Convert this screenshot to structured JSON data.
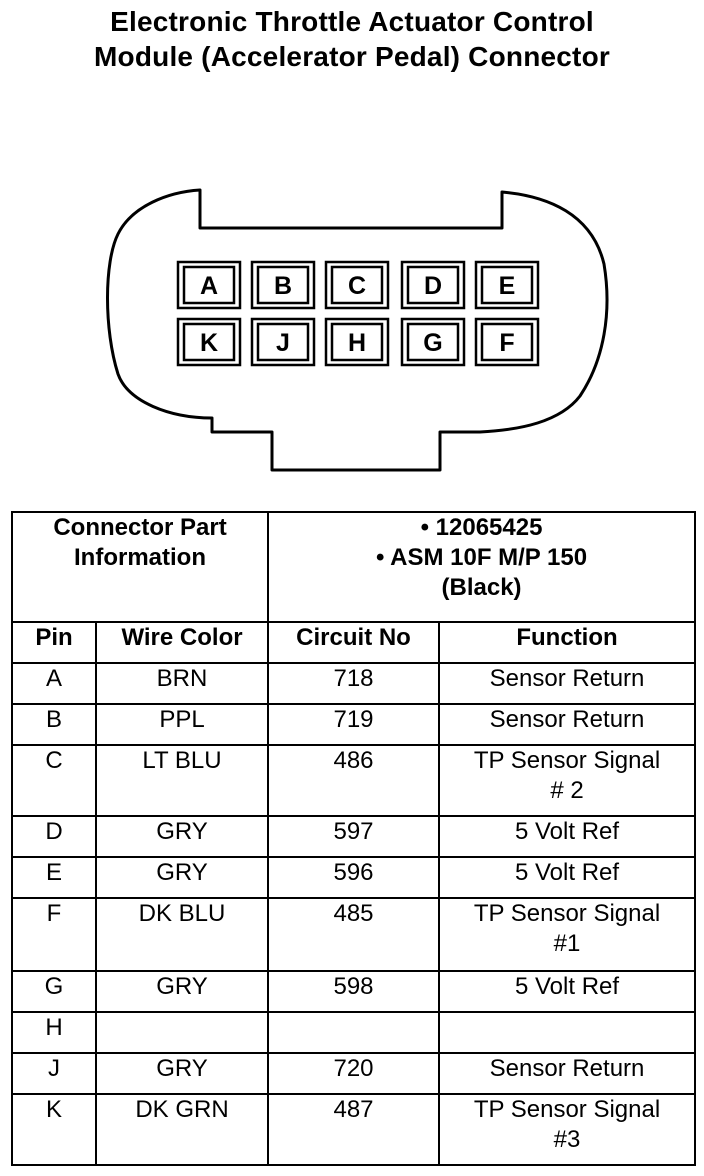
{
  "title": {
    "line1": "Electronic Throttle Actuator Control",
    "line2": "Module (Accelerator Pedal) Connector"
  },
  "connector": {
    "top_row": [
      "A",
      "B",
      "C",
      "D",
      "E"
    ],
    "bottom_row": [
      "K",
      "J",
      "H",
      "G",
      "F"
    ]
  },
  "part_info": {
    "label_line1": "Connector Part",
    "label_line2": "Information",
    "line1": "• 12065425",
    "line2": "• ASM 10F M/P 150",
    "line3": "(Black)"
  },
  "headers": {
    "pin": "Pin",
    "wire_color": "Wire Color",
    "circuit_no": "Circuit No",
    "function": "Function"
  },
  "rows": [
    {
      "pin": "A",
      "wire": "BRN",
      "circuit": "718",
      "func1": "Sensor Return",
      "func2": ""
    },
    {
      "pin": "B",
      "wire": "PPL",
      "circuit": "719",
      "func1": "Sensor Return",
      "func2": ""
    },
    {
      "pin": "C",
      "wire": "LT BLU",
      "circuit": "486",
      "func1": "TP Sensor Signal",
      "func2": "# 2"
    },
    {
      "pin": "D",
      "wire": "GRY",
      "circuit": "597",
      "func1": "5 Volt Ref",
      "func2": ""
    },
    {
      "pin": "E",
      "wire": "GRY",
      "circuit": "596",
      "func1": "5 Volt Ref",
      "func2": ""
    },
    {
      "pin": "F",
      "wire": "DK BLU",
      "circuit": "485",
      "func1": "TP Sensor Signal",
      "func2": "#1"
    },
    {
      "pin": "G",
      "wire": "GRY",
      "circuit": "598",
      "func1": "5 Volt Ref",
      "func2": ""
    },
    {
      "pin": "H",
      "wire": "",
      "circuit": "",
      "func1": "",
      "func2": ""
    },
    {
      "pin": "J",
      "wire": "GRY",
      "circuit": "720",
      "func1": "Sensor Return",
      "func2": ""
    },
    {
      "pin": "K",
      "wire": "DK GRN",
      "circuit": "487",
      "func1": "TP Sensor Signal",
      "func2": "#3"
    }
  ]
}
